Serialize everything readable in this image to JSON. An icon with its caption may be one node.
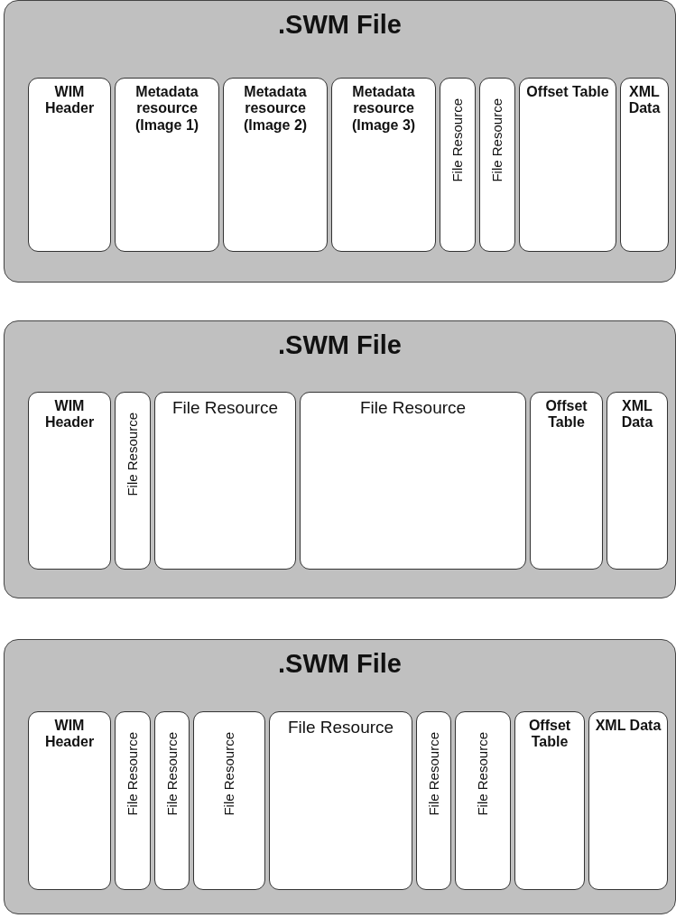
{
  "diagram": {
    "nodes": [
      {
        "text": [
          ".SWM File"
        ]
      },
      {
        "text": [
          "WIM Header"
        ],
        "in": 0
      },
      {
        "text": [
          "Metadata resource (Image 1)"
        ],
        "in": 0
      },
      {
        "text": [
          "Metadata resource (Image 2)"
        ],
        "in": 0
      },
      {
        "text": [
          "Metadata resource (Image 3)"
        ],
        "in": 0
      },
      {
        "text": [
          "File Resource"
        ],
        "in": 0
      },
      {
        "text": [
          "File Resource"
        ],
        "in": 0
      },
      {
        "text": [
          "Offset Table"
        ],
        "in": 0
      },
      {
        "text": [
          "XML Data"
        ],
        "in": 0
      },
      {
        "text": [
          ".SWM File"
        ]
      },
      {
        "text": [
          "WIM Header"
        ],
        "in": 9
      },
      {
        "text": [
          "File Resource"
        ],
        "in": 9
      },
      {
        "text": [
          "File Resource"
        ],
        "in": 9
      },
      {
        "text": [
          "File Resource"
        ],
        "in": 9
      },
      {
        "text": [
          "Offset Table"
        ],
        "in": 9
      },
      {
        "text": [
          "XML Data"
        ],
        "in": 9
      },
      {
        "text": [
          ".SWM File"
        ]
      },
      {
        "text": [
          "WIM Header"
        ],
        "in": 16
      },
      {
        "text": [
          "File Resource"
        ],
        "in": 16
      },
      {
        "text": [
          "File Resource"
        ],
        "in": 16
      },
      {
        "text": [
          "File Resource"
        ],
        "in": 16
      },
      {
        "text": [
          "File Resource"
        ],
        "in": 16
      },
      {
        "text": [
          "File Resource"
        ],
        "in": 16
      },
      {
        "text": [
          "File Resource"
        ],
        "in": 16
      },
      {
        "text": [
          "Offset Table"
        ],
        "in": 16
      },
      {
        "text": [
          "XML Data"
        ],
        "in": 16
      }
    ],
    "edges": []
  }
}
